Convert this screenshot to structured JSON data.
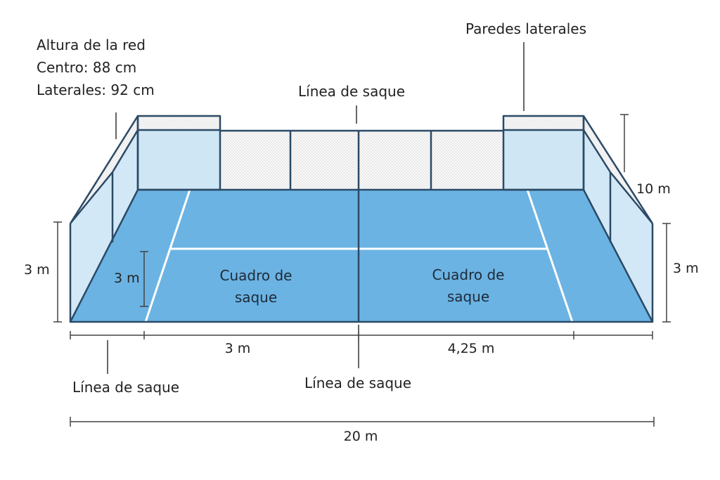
{
  "labels": {
    "net_height_title": "Altura de la red",
    "net_height_center": "Centro: 88 cm",
    "net_height_sides": "Laterales: 92 cm",
    "side_walls": "Paredes laterales",
    "service_line_top": "Línea de saque",
    "service_line_bottom_left": "Línea de saque",
    "service_line_bottom_center": "Línea de saque",
    "service_box_left": [
      "Cuadro de",
      "saque"
    ],
    "service_box_right": [
      "Cuadro de",
      "saque"
    ]
  },
  "dimensions": {
    "wall_height_left": "3 m",
    "wall_height_right": "3 m",
    "service_box_depth": "3 m",
    "back_wall_height": "10 m",
    "bottom_left_segment": "3 m",
    "bottom_right_segment": "4,25 m",
    "total_length": "20 m"
  },
  "colors": {
    "court_blue": "#6bb3e3",
    "wall_glass": "#d2e8f6",
    "frame": "#2b4a66",
    "mesh": "#f6f6f6",
    "court_lines": "#ffffff"
  }
}
